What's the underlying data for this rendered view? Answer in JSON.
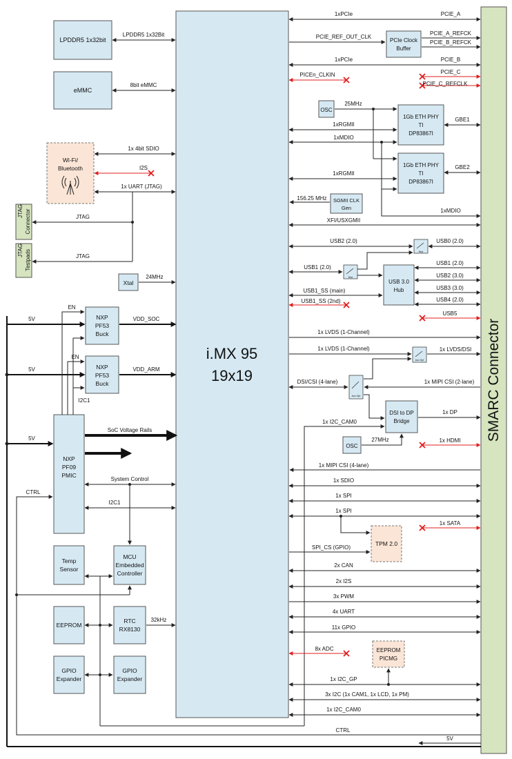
{
  "colors": {
    "accent_red": "#e01e1e",
    "box_blue": "#d6e9f3",
    "box_peach": "#fbe5d6",
    "connector_green": "#d6e4bf"
  },
  "soc": {
    "line1": "i.MX 95",
    "line2": "19x19"
  },
  "connector": {
    "label": "SMARC Connector"
  },
  "mux_label": "Mux",
  "aux_label": "Aux Opt",
  "blocks": {
    "lpddr5": "LPDDR5 1x32bit",
    "emmc": "eMMC",
    "wifi": [
      "Wi-Fi/",
      "Bluetooth"
    ],
    "jtag_connector": [
      "JTAG",
      "Connector"
    ],
    "jtag_testpads": [
      "JTAG",
      "Testpads"
    ],
    "xtal": "Xtal",
    "buck_soc": [
      "NXP",
      "PF53",
      "Buck"
    ],
    "buck_arm": [
      "NXP",
      "PF53",
      "Buck"
    ],
    "pmic": [
      "NXP",
      "PF09",
      "PMIC"
    ],
    "temp": [
      "Temp",
      "Sensor"
    ],
    "mcu": [
      "MCU",
      "Embedded",
      "Controller"
    ],
    "eeprom": "EEPROM",
    "rtc": [
      "RTC",
      "RX8130"
    ],
    "gpio1": [
      "GPIO",
      "Expander"
    ],
    "gpio2": [
      "GPIO",
      "Expander"
    ],
    "pcie_buf": [
      "PCIe Clock",
      "Buffer"
    ],
    "osc1": "OSC",
    "phy1": [
      "1Gb ETH PHY",
      "TI",
      "DP83867I"
    ],
    "phy2": [
      "1Gb ETH PHY",
      "TI",
      "DP83867I"
    ],
    "sgmii": [
      "SGMII CLK",
      "Gen"
    ],
    "hub": [
      "USB 3.0",
      "Hub"
    ],
    "dsi_dp": [
      "DSI to DP",
      "Bridge"
    ],
    "osc2": "OSC",
    "tpm": "TPM 2.0",
    "eeprom_picmg": [
      "EEPROM",
      "PICMG"
    ]
  },
  "signals": {
    "lpddr5": "LPDDR5 1x32Bit",
    "emmc": "8bit eMMC",
    "sdio": "1x 4bit SDIO",
    "i2s_wifi": "I2S",
    "uart_jtag": "1x UART (JTAG)",
    "jtag1": "JTAG",
    "jtag2": "JTAG",
    "xtal": "24MHz",
    "en1": "EN",
    "en2": "EN",
    "v5_1": "5V",
    "v5_2": "5V",
    "v5_3": "5V",
    "vdd_soc": "VDD_SOC",
    "vdd_arm": "VDD_ARM",
    "i2c1_top": "I2C1",
    "soc_rails": "SoC Voltage Rails",
    "sysctrl": "System Control",
    "i2c1": "I2C1",
    "ctrl_left": "CTRL",
    "rtc_clk": "32kHz",
    "pcie1": "1xPCIe",
    "pcie_a": "PCIE_A",
    "pcie_ref": "PCIE_REF_OUT_CLK",
    "pcie_a_refck": "PCIE_A_REFCK",
    "pcie_b_refck": "PCIE_B_REFCK",
    "pcie2": "1xPCIe",
    "pcie_b": "PCIE_B",
    "picen": "PICEn_CLKIN",
    "pcie_c": "PCIE_C",
    "pcie_c_refclk": "PCIE_C_REFCLK",
    "osc25": "25MHz",
    "rgmii1": "1xRGMII",
    "gbe1": "GBE1",
    "mdio1": "1xMDIO",
    "rgmii2": "1xRGMII",
    "gbe2": "GBE2",
    "sgmii_clk": "156.25 MHz",
    "mdio2": "1xMDIO",
    "xfi": "XFI/USXGMII",
    "usb2": "USB2 (2.0)",
    "usb0": "USB0 (2.0)",
    "usb1_left": "USB1 (2.0)",
    "usb1_r": "USB1 (2.0)",
    "usb2_r": "USB2 (3.0)",
    "usb3_r": "USB3 (3.0)",
    "usb4_r": "USB4 (2.0)",
    "usb1ss_main": "USB1_SS (main)",
    "usb1ss_2nd": "USB1_SS (2nd)",
    "usb5": "USB5",
    "lvds1": "1x LVDS (1-Channel)",
    "lvds2": "1x LVDS (1-Channel)",
    "lvds_dsi": "1x LVDS/DSI",
    "dsi_csi": "DSI/CSI (4-lane)",
    "mipi2": "1x MIPI CSI (2-lane)",
    "i2c_cam0_top": "1x I2C_CAM0",
    "dp": "1x DP",
    "osc27": "27MHz",
    "hdmi": "1x HDMI",
    "mipi4": "1x MIPI CSI (4-lane)",
    "sdio2": "1x SDIO",
    "spi1": "1x SPI",
    "spi2": "1x SPI",
    "sata": "1x SATA",
    "spi_cs": "SPI_CS (GPIO)",
    "can": "2x CAN",
    "i2s": "2x I2S",
    "pwm": "3x PWM",
    "uart": "4x UART",
    "gpio": "11x GPIO",
    "adc": "8x ADC",
    "i2c_gp": "1x I2C_GP",
    "i2c3": "3x I2C (1x CAM1, 1x LCD, 1x PM)",
    "i2c_cam0": "1x I2C_CAM0",
    "ctrl": "CTRL",
    "v5": "5V"
  }
}
